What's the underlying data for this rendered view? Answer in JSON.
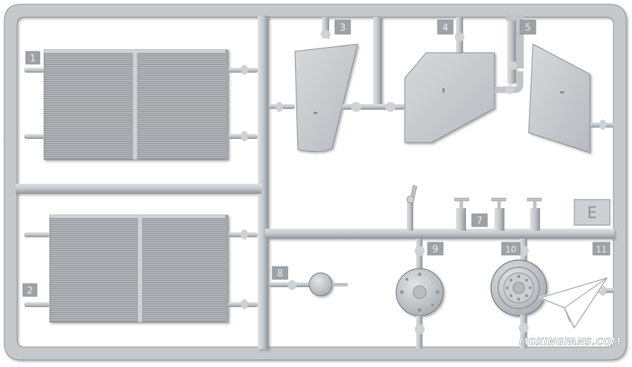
{
  "part_labels": {
    "p1": "1",
    "p2": "2",
    "p3": "3",
    "p4": "4",
    "p5": "5",
    "p7": "7",
    "p8": "8",
    "p9": "9",
    "p10": "10",
    "p11": "11",
    "sprue": "E"
  },
  "watermark": {
    "text": "MOXINGFANS.COM"
  },
  "colors": {
    "plastic": "#c4c8cb",
    "plastic_dark": "#8e9397",
    "plastic_light": "#dfe2e4",
    "tag": "#9ea3a7"
  }
}
